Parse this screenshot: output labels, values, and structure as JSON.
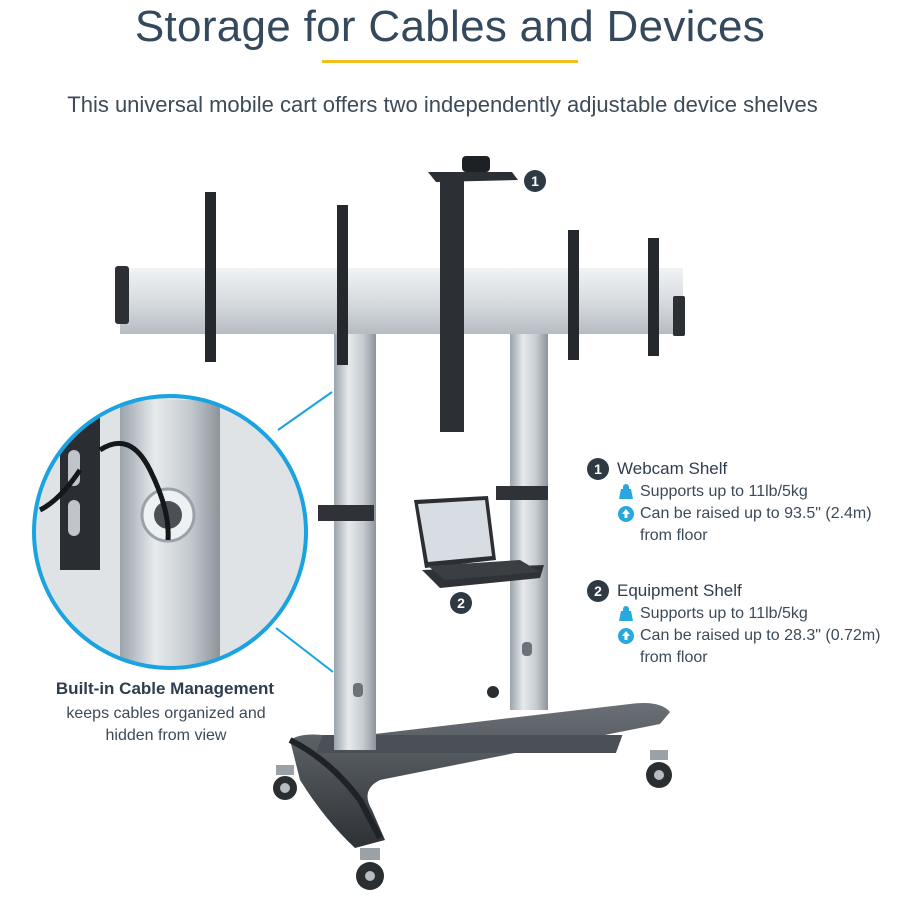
{
  "header": {
    "title": "Storage for Cables and Devices",
    "subtitle": "This universal mobile cart offers two independently adjustable device shelves"
  },
  "callouts": [
    {
      "number": "1"
    },
    {
      "number": "2"
    }
  ],
  "specs": [
    {
      "number": "1",
      "title": "Webcam Shelf",
      "weight": "Supports up to 11lb/5kg",
      "raise": "Can be raised up to 93.5\" (2.4m)",
      "raise_cont": "from floor"
    },
    {
      "number": "2",
      "title": "Equipment Shelf",
      "weight": "Supports up to 11lb/5kg",
      "raise": "Can be raised up to 28.3\" (0.72m)",
      "raise_cont": "from floor"
    }
  ],
  "cable": {
    "title": "Built-in Cable Management",
    "desc_line1": "keeps cables organized and",
    "desc_line2": "hidden from view"
  },
  "colors": {
    "accent_yellow": "#f2c01a",
    "accent_blue": "#1aa3e0",
    "text_dark": "#2f3e4e",
    "icon_blue": "#29a8e0"
  },
  "icons": {
    "weight": "weight-icon",
    "raise": "arrow-up-circle-icon"
  }
}
